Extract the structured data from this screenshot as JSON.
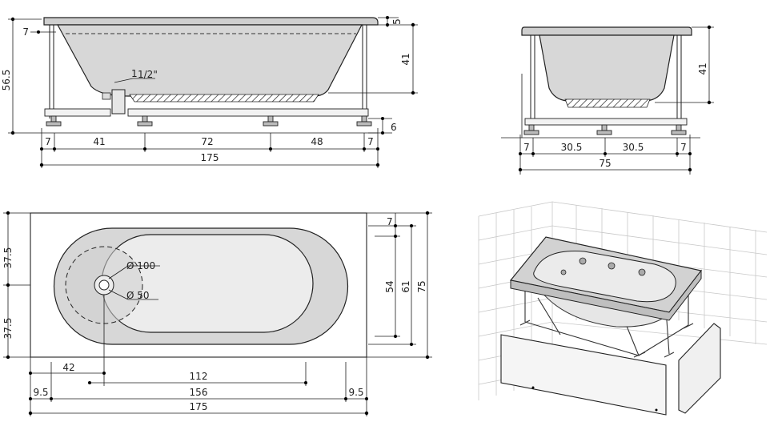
{
  "side_view": {
    "height_total": "56.5",
    "rim_offset": "7",
    "rim_thickness": "5",
    "basin_depth": "41",
    "foot_height": "6",
    "drain_size": "1",
    "drain_fraction": "1/2\"",
    "dims_bottom": [
      "7",
      "41",
      "72",
      "48",
      "7"
    ],
    "length_total": "175"
  },
  "end_view": {
    "basin_depth": "41",
    "dims_bottom": [
      "7",
      "30.5",
      "30.5",
      "7"
    ],
    "width_total": "75"
  },
  "plan_view": {
    "half_widths": [
      "37.5",
      "37.5"
    ],
    "dia_large": "Ø 100",
    "dia_small": "Ø 50",
    "right_dims": [
      "7",
      "54",
      "61",
      "75"
    ],
    "bottom_dims": {
      "drain_offset": "42",
      "inner_span": "112",
      "edge_left": "9.5",
      "basin_length": "156",
      "edge_right": "9.5",
      "length_total": "175"
    }
  }
}
